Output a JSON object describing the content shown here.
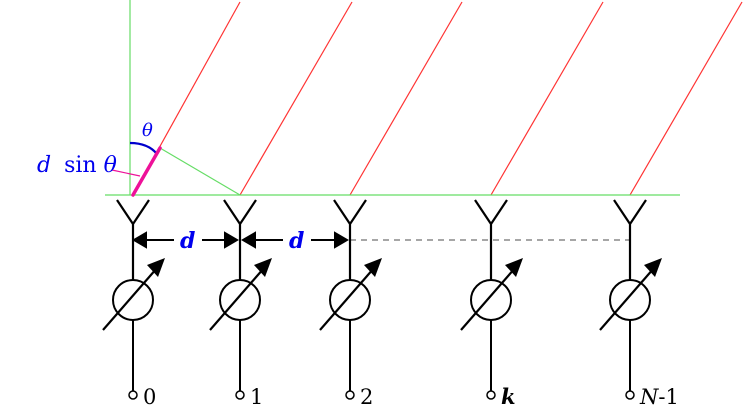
{
  "diagram": {
    "labels": {
      "theta": "θ",
      "d_sin_theta_prefix": "d",
      "d_sin_theta_func": "sin",
      "d_sin_theta_theta": "θ",
      "spacing_left": "d",
      "spacing_right": "d"
    },
    "elements": [
      {
        "label_main": "0",
        "label_italic": ""
      },
      {
        "label_main": "1",
        "label_italic": ""
      },
      {
        "label_main": "2",
        "label_italic": ""
      },
      {
        "label_main": "",
        "label_italic": "k"
      },
      {
        "label_main": "-1",
        "label_italic": "N"
      }
    ],
    "colors": {
      "wavefront_rays": "#ff3333",
      "reference_lines": "#66dd66",
      "path_difference": "#ee1199",
      "theta_arc": "#0000cc",
      "annotation_text": "#0000ee",
      "structure": "#000000",
      "dashed_baseline": "#888888"
    }
  }
}
